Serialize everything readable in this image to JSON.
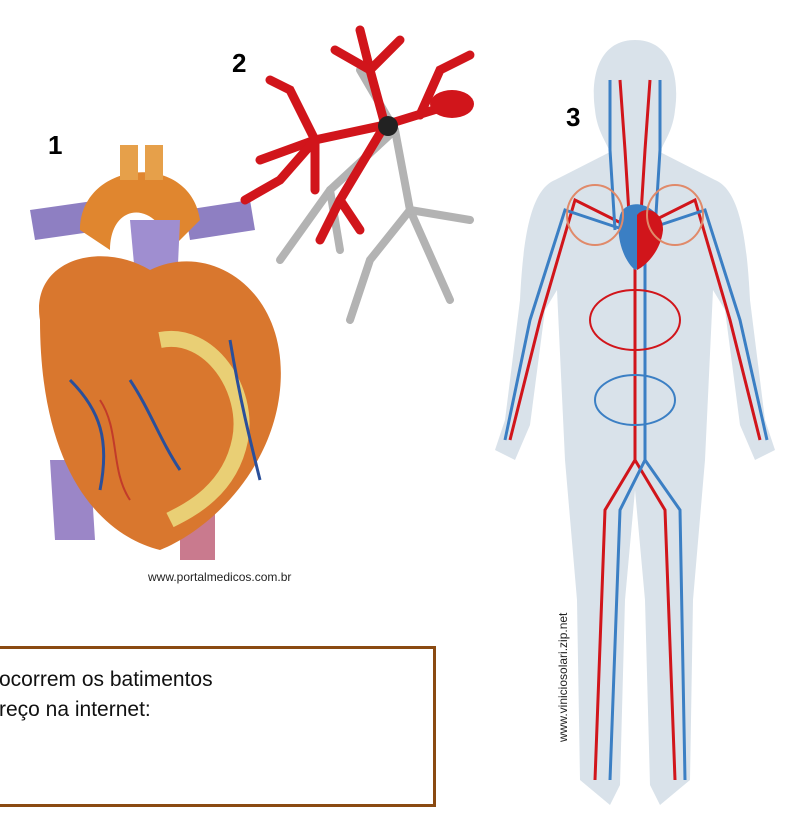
{
  "labels": {
    "one": "1",
    "two": "2",
    "three": "3"
  },
  "credits": {
    "heart": "www.portalmedicos.com.br",
    "body": "www.viniciosolari.zip.net"
  },
  "textbox": {
    "line1": "ocorrem os batimentos",
    "line2": "reço na internet:"
  },
  "colors": {
    "artery": "#d1151b",
    "vein": "#3b7fc4",
    "heart": "#d9772e",
    "frame": "#8a4a12"
  },
  "icons": {
    "heart": "heart-illustration",
    "vessels": "vessel-tree-illustration",
    "body": "circulatory-system-illustration"
  }
}
